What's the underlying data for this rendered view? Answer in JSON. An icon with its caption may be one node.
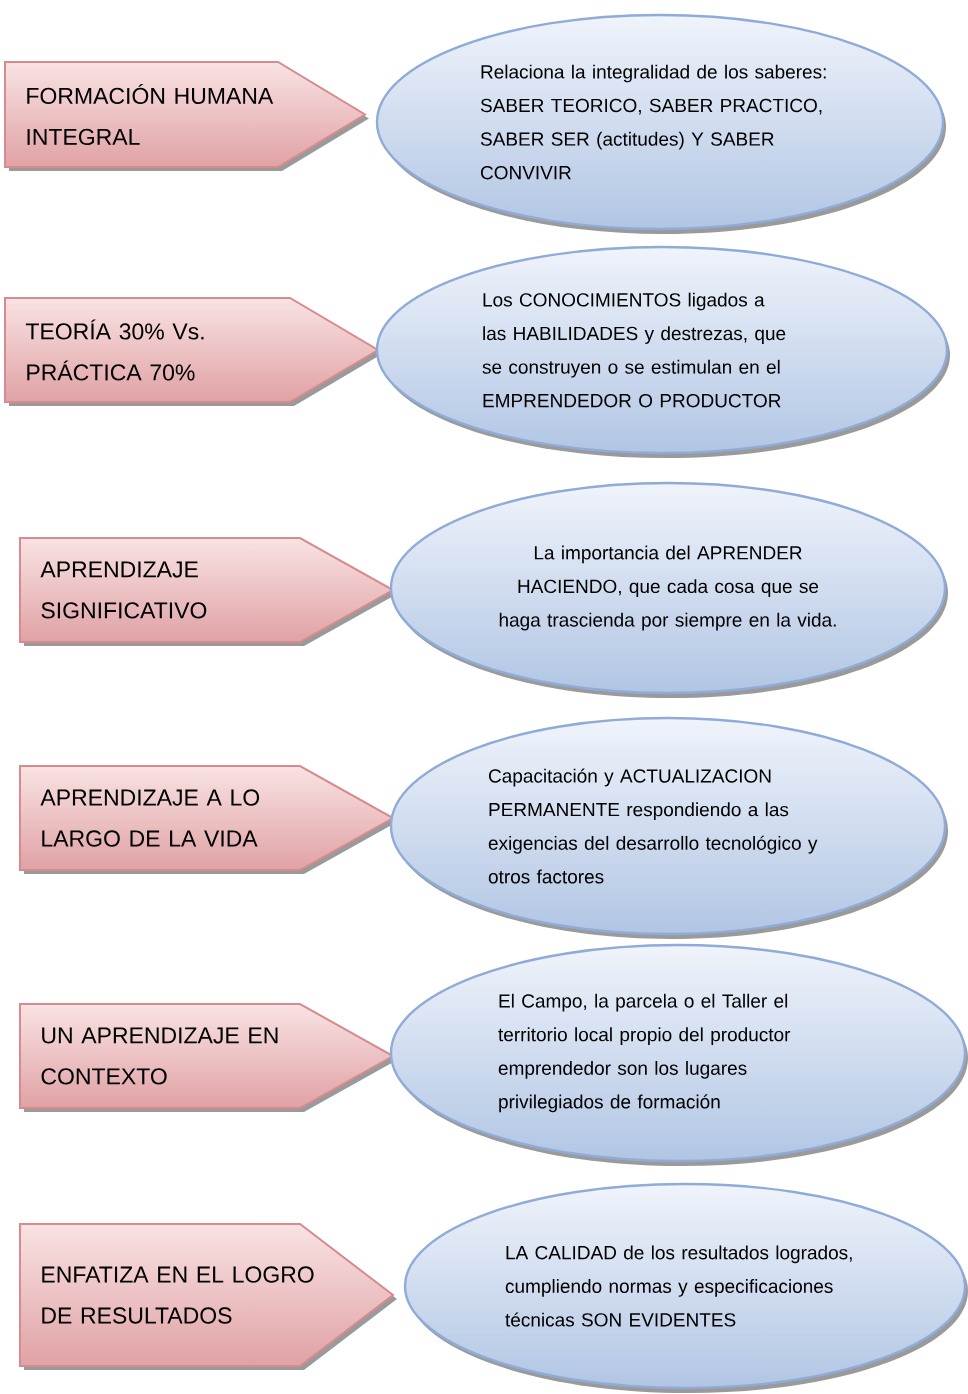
{
  "diagram": {
    "nodes": [
      {
        "text": [
          "FORMACIÓN HUMANA INTEGRAL"
        ]
      },
      {
        "text": [
          "Relaciona la integralidad de los saberes: SABER TEORICO, SABER PRACTICO, SABER SER (actitudes) Y SABER CONVIVIR"
        ]
      },
      {
        "text": [
          "TEORÍA 30% Vs. PRÁCTICA 70%"
        ]
      },
      {
        "text": [
          "Los CONOCIMIENTOS ligados a las HABILIDADES y destrezas, que se construyen o se estimulan en el EMPRENDEDOR O PRODUCTOR"
        ]
      },
      {
        "text": [
          "APRENDIZAJE SIGNIFICATIVO"
        ]
      },
      {
        "text": [
          "La importancia del APRENDER HACIENDO, que cada cosa que se haga trascienda por siempre en la vida."
        ]
      },
      {
        "text": [
          "APRENDIZAJE A LO LARGO DE LA VIDA"
        ]
      },
      {
        "text": [
          "Capacitación y ACTUALIZACION PERMANENTE respondiendo a las exigencias del desarrollo tecnológico y otros factores"
        ]
      },
      {
        "text": [
          "UN APRENDIZAJE EN CONTEXTO"
        ]
      },
      {
        "text": [
          "El Campo, la parcela o el Taller el territorio local propio del productor emprendedor son los lugares privilegiados de formación"
        ]
      },
      {
        "text": [
          "ENFATIZA EN EL LOGRO DE RESULTADOS"
        ]
      },
      {
        "text": [
          "LA CALIDAD de los resultados logrados, cumpliendo normas y especificaciones técnicas SON EVIDENTES"
        ]
      }
    ]
  }
}
